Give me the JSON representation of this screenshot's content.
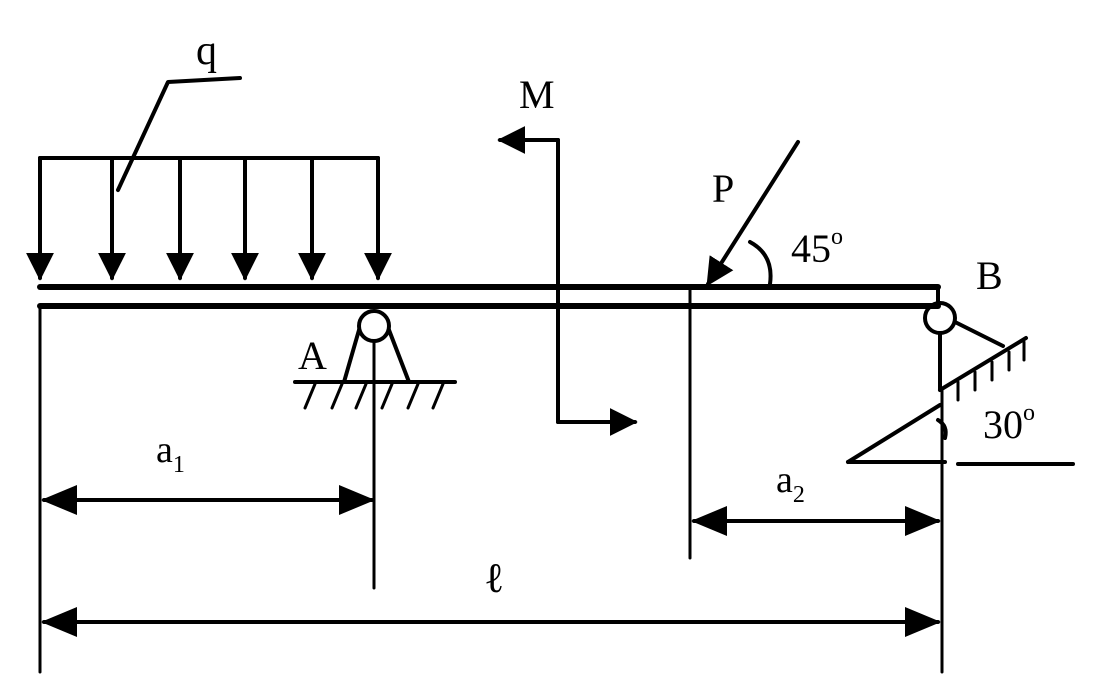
{
  "labels": {
    "q": "q",
    "M": "M",
    "P": "P",
    "angle_p": "45",
    "angle_b": "30",
    "degree": "o",
    "A": "A",
    "B": "B",
    "a1_main": "a",
    "a1_sub": "1",
    "a2_main": "a",
    "a2_sub": "2",
    "l": "ℓ"
  },
  "colors": {
    "ink": "#000000",
    "paper": "#ffffff"
  }
}
